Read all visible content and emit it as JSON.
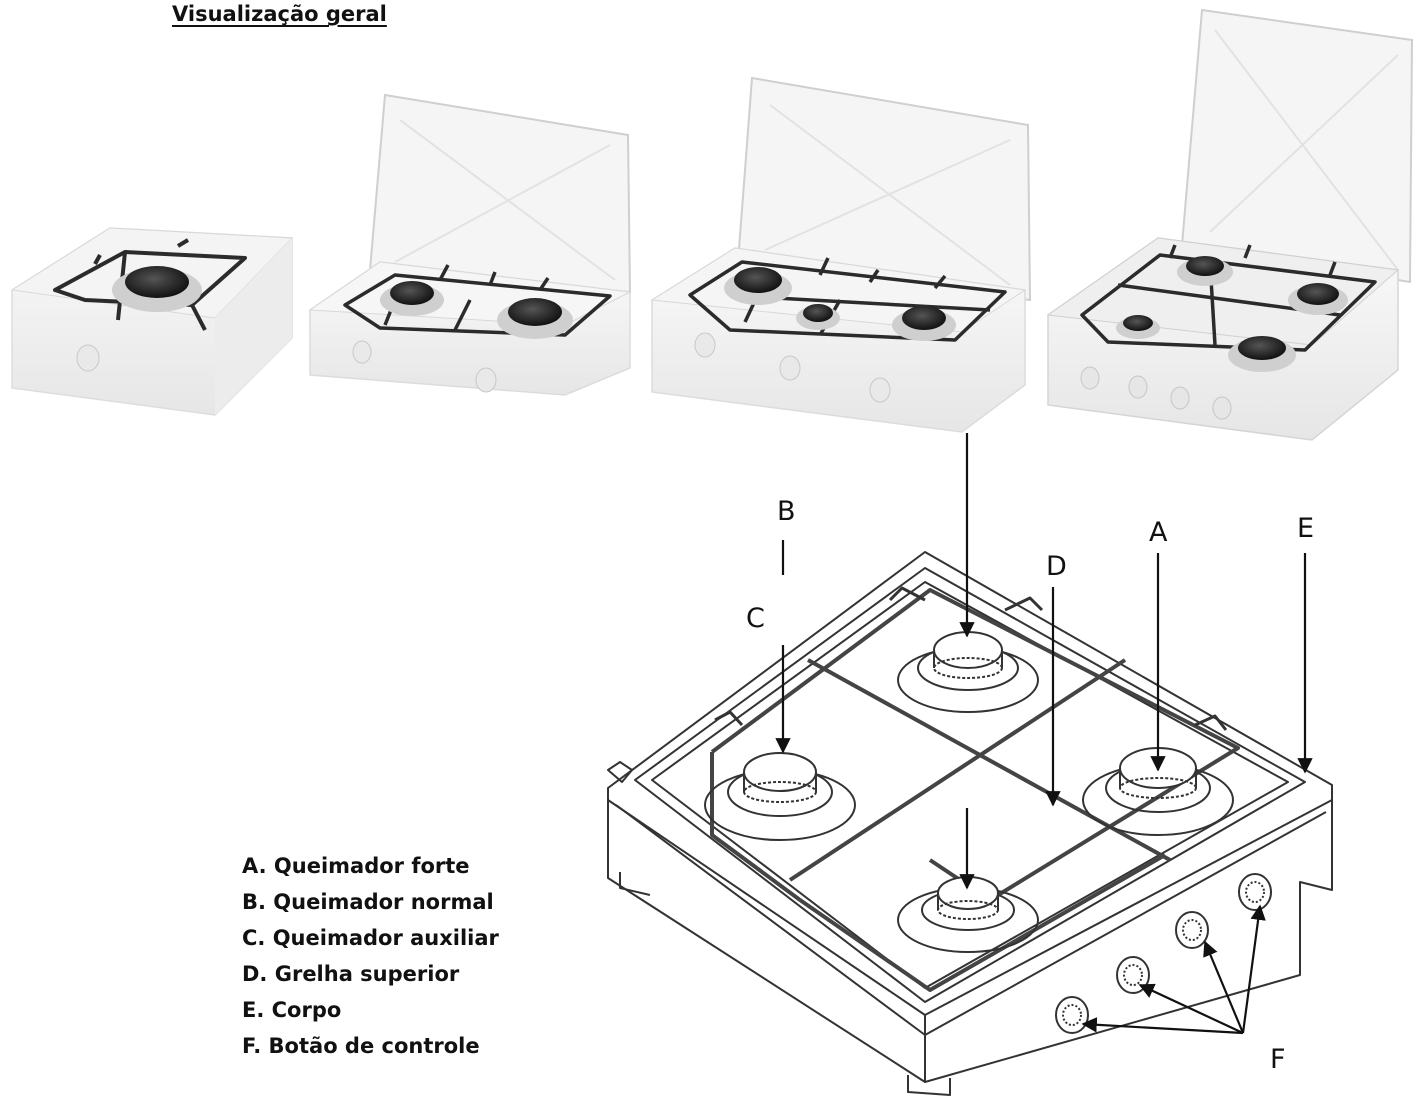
{
  "title": "Visualização geral",
  "callouts": {
    "a": "A",
    "b": "B",
    "c": "C",
    "d": "D",
    "e": "E",
    "f": "F"
  },
  "legend": [
    "A. Queimador forte",
    "B. Queimador normal",
    "C. Queimador auxiliar",
    "D. Grelha superior",
    "E. Corpo",
    "F. Botão de controle"
  ],
  "colors": {
    "stove_body": "#f7f7f7",
    "lid": "#f3f3f3",
    "grate": "#2b2b2b",
    "burner_cap": "#1e1e1e",
    "line_art": "#333333"
  }
}
